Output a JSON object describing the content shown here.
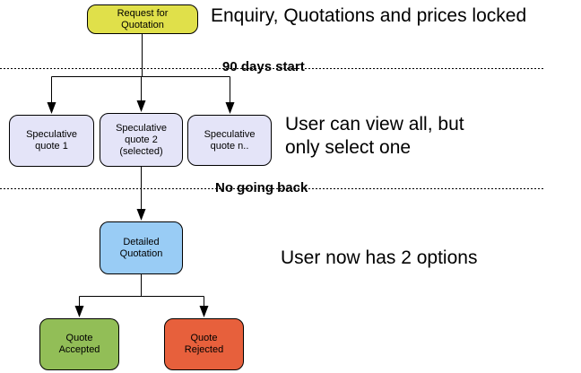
{
  "nodes": {
    "request": {
      "label": "Request for\nQuotation",
      "color": "#e0e04a"
    },
    "spec1": {
      "label": "Speculative\nquote 1",
      "color": "#e4e4f8"
    },
    "spec2": {
      "label": "Speculative\nquote 2\n(selected)",
      "color": "#e4e4f8"
    },
    "spec3": {
      "label": "Speculative\nquote n..",
      "color": "#e4e4f8"
    },
    "detailed": {
      "label": "Detailed\nQuotation",
      "color": "#99ccf5"
    },
    "accepted": {
      "label": "Quote\nAccepted",
      "color": "#92be57"
    },
    "rejected": {
      "label": "Quote\nRejected",
      "color": "#e7603c"
    }
  },
  "annotations": {
    "top": "Enquiry, Quotations and prices locked",
    "middle": "User can view all, but\nonly select one",
    "bottom": "User now has 2 options"
  },
  "phase_labels": {
    "first": "90 days start",
    "second": "No going back"
  },
  "line_color": "#000000"
}
